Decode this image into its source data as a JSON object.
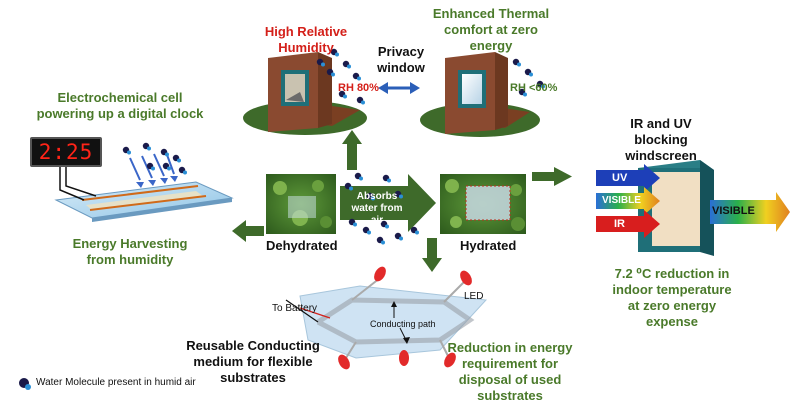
{
  "labels": {
    "high_rh": "High Relative Humidity",
    "rh_80": "RH 80%",
    "privacy_window": "Privacy window",
    "enhanced": "Enhanced Thermal comfort at zero energy",
    "rh_60": "RH <60%",
    "electrochem": "Electrochemical cell powering up a digital clock",
    "clock_time": "2:25",
    "energy_harvest": "Energy Harvesting from humidity",
    "dehydrated": "Dehydrated",
    "absorbs": "Absorbs water from air",
    "hydrated": "Hydrated",
    "ir_uv": "IR and UV blocking windscreen",
    "uv": "UV",
    "visible_in": "VISIBLE",
    "ir": "IR",
    "visible_out": "VISIBLE",
    "reduction_temp": "7.2 ⁰C reduction in indoor temperature at zero energy expense",
    "to_battery": "To Battery",
    "led": "LED",
    "conducting_path": "Conducting path",
    "reusable": "Reusable Conducting medium for flexible substrates",
    "reduction_energy": "Reduction in energy requirement for disposal of used substrates",
    "legend": "Water Molecule present in humid air"
  },
  "colors": {
    "accent_green": "#4a7a2a",
    "arrow_green": "#3e6a2a",
    "highlight_red": "#d4201a",
    "water_blue": "#2a8fd6",
    "window_frame": "#1f6f78",
    "brick": "#8a4a30"
  }
}
